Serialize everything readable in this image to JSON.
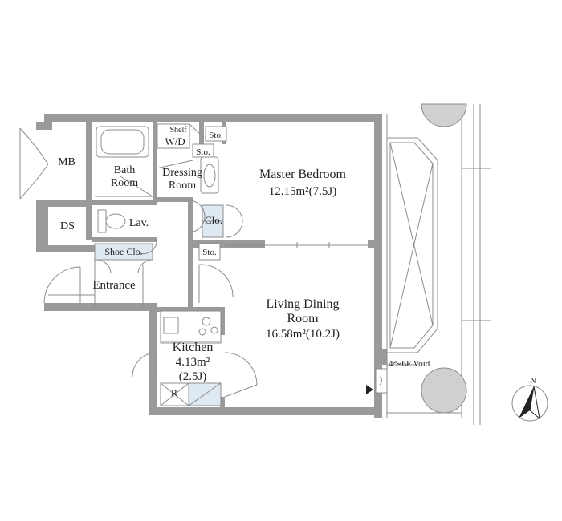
{
  "labels": {
    "mb": "MB",
    "ds": "DS",
    "bath_1": "Bath",
    "bath_2": "Room",
    "shelf": "Shelf",
    "wd": "W/D",
    "sto_top": "Sto.",
    "sto_mid": "Sto.",
    "sto_low": "Sto.",
    "dressing_1": "Dressing",
    "dressing_2": "Room",
    "lav": "Lav.",
    "clo": "Clo.",
    "shoe_clo": "Shoe Clo.",
    "entrance": "Entrance",
    "master_1": "Master Bedroom",
    "master_2": "12.15m²(7.5J)",
    "living_1": "Living Dining",
    "living_2": "Room",
    "living_3": "16.58m²(10.2J)",
    "kitchen_1": "Kitchen",
    "kitchen_2": "4.13m²",
    "kitchen_3": "(2.5J)",
    "r": "R",
    "void": "4～6F Void",
    "north": "N"
  },
  "colors": {
    "wall": "#9a9a9a",
    "line": "#8c8c8c",
    "storage_fill": "#dfe9f2",
    "tree": "#d0d0d0",
    "text": "#222222"
  },
  "icons": [
    "north-arrow-icon",
    "bathtub-icon",
    "toilet-icon",
    "sink-icon",
    "stove-icon",
    "entry-marker-icon"
  ]
}
